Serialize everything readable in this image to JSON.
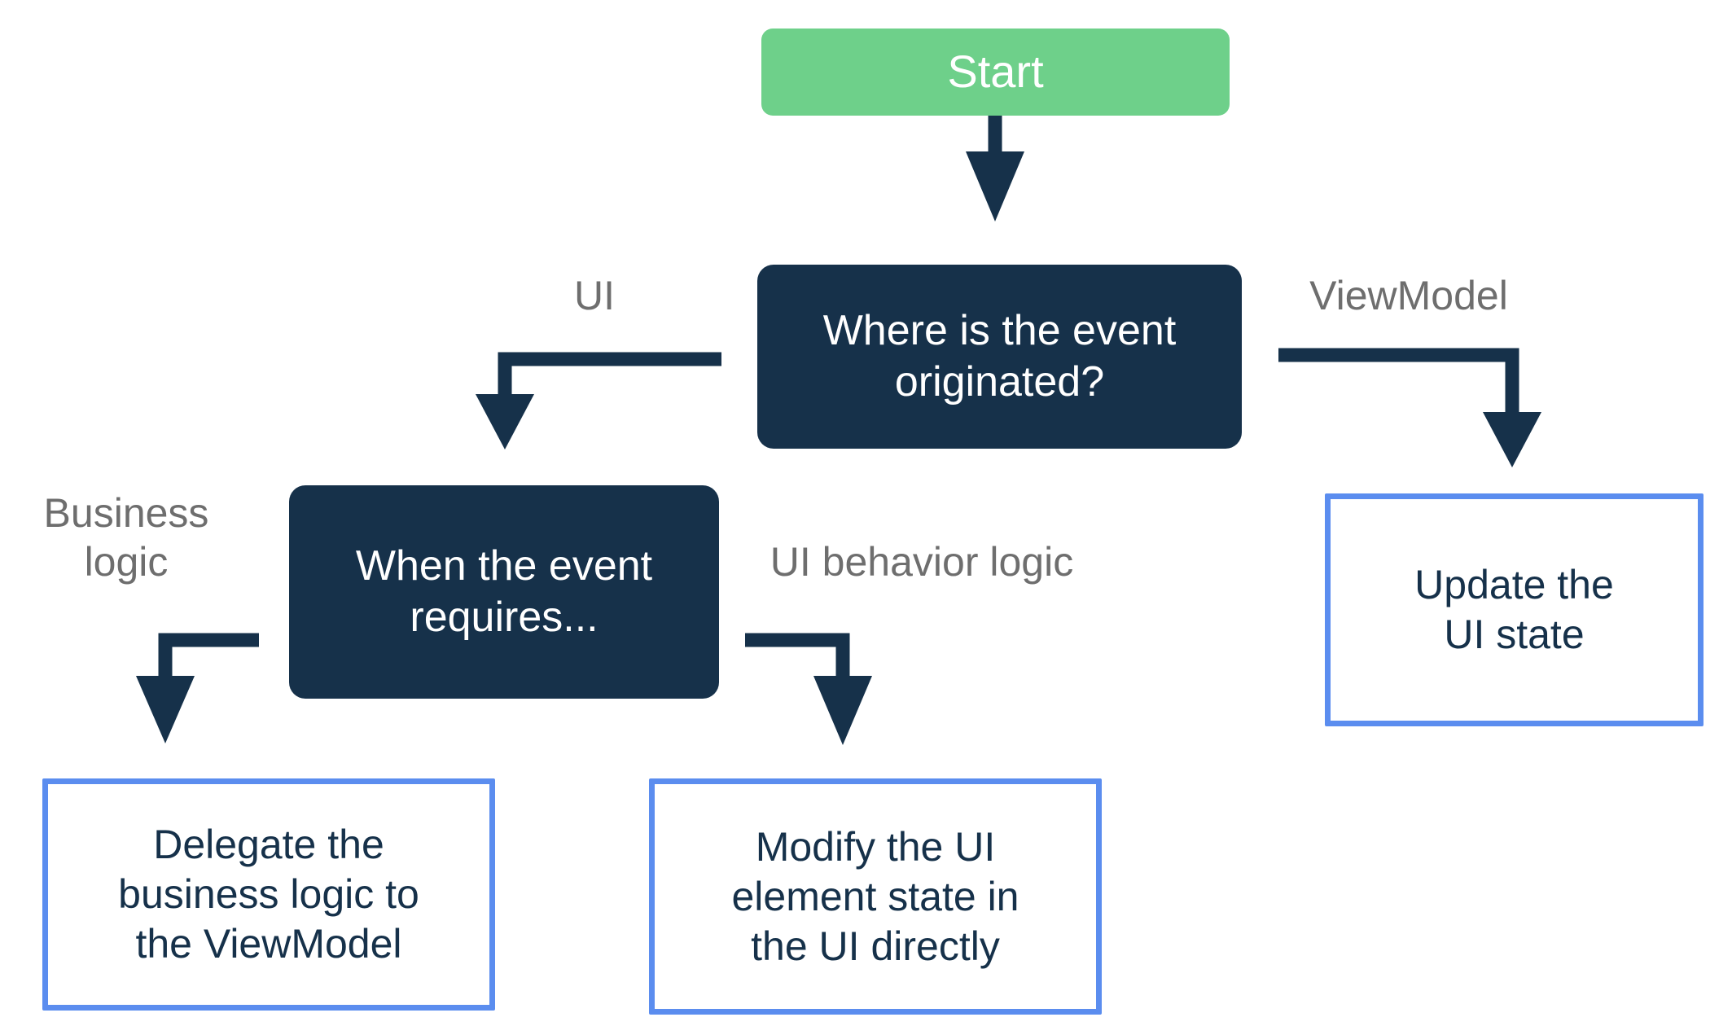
{
  "diagram": {
    "type": "flowchart",
    "background_color": "#ffffff",
    "colors": {
      "start_fill": "#6ed08a",
      "start_text": "#ffffff",
      "decision_fill": "#16314a",
      "decision_text": "#ffffff",
      "outcome_border": "#5b8def",
      "outcome_fill": "#ffffff",
      "outcome_text": "#16314a",
      "edge_stroke": "#16314a",
      "edge_label_text": "#6e6e6e"
    },
    "nodes": {
      "start": {
        "label": "Start",
        "shape": "rounded-rect",
        "style": "start"
      },
      "where_originated": {
        "label": "Where is the event\noriginated?",
        "shape": "rounded-rect",
        "style": "decision"
      },
      "when_requires": {
        "label": "When the event\nrequires...",
        "shape": "rounded-rect",
        "style": "decision"
      },
      "update_ui_state": {
        "label": "Update the\nUI state",
        "shape": "rect",
        "style": "outcome"
      },
      "delegate_business_logic": {
        "label": "Delegate the\nbusiness logic to\nthe ViewModel",
        "shape": "rect",
        "style": "outcome"
      },
      "modify_ui_element": {
        "label": "Modify the UI\nelement state in\nthe UI directly",
        "shape": "rect",
        "style": "outcome"
      }
    },
    "edge_labels": {
      "ui": "UI",
      "viewmodel": "ViewModel",
      "business_logic": "Business\nlogic",
      "ui_behavior_logic": "UI behavior logic"
    },
    "edges": [
      {
        "from": "start",
        "to": "where_originated",
        "label": ""
      },
      {
        "from": "where_originated",
        "to": "when_requires",
        "label": "UI"
      },
      {
        "from": "where_originated",
        "to": "update_ui_state",
        "label": "ViewModel"
      },
      {
        "from": "when_requires",
        "to": "delegate_business_logic",
        "label": "Business logic"
      },
      {
        "from": "when_requires",
        "to": "modify_ui_element",
        "label": "UI behavior logic"
      }
    ]
  }
}
